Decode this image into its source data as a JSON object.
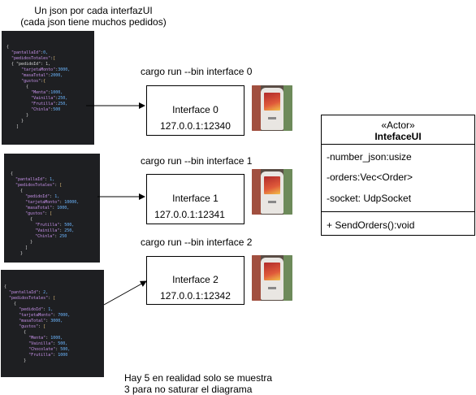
{
  "top_note": {
    "line1": "Un json por cada interfazUI",
    "line2": "(cada json  tiene muchos pedidos)"
  },
  "bottom_note": {
    "line1": "Hay 5 en realidad solo se muestra",
    "line2": "3 para no saturar el diagrama"
  },
  "interfaces": [
    {
      "command": "cargo run --bin interface 0",
      "name": "Interface 0",
      "address": "127.0.0.1:12340"
    },
    {
      "command": "cargo run --bin interface 1",
      "name": "Interface 1",
      "address": "127.0.0.1:12341"
    },
    {
      "command": "cargo run --bin interface 2",
      "name": "Interface 2",
      "address": "127.0.0.1:12342"
    }
  ],
  "uml_class": {
    "stereotype": "«Actor»",
    "name": "IntefaceUI",
    "attributes": [
      "-number_json:usize",
      "-orders:Vec<Order>",
      "-socket: UdpSocket"
    ],
    "methods": [
      "+ SendOrders():void"
    ]
  },
  "code_snippets": [
    {
      "lines": [
        [
          "{"
        ],
        [
          "  \"pantallaId\":0,"
        ],
        [
          "  \"pedidosTotales\":["
        ],
        [
          "  { \"pedidoId\": 1,"
        ],
        [
          "      \"tarjetaMonto\":3000,"
        ],
        [
          "      \"masaTotal\":2000,"
        ],
        [
          "      \"gustos\":{"
        ],
        [
          "        {"
        ],
        [
          "          \"Menta\":1000,"
        ],
        [
          "          \"Vainilla\":250,"
        ],
        [
          "          \"Frutilla\":250,"
        ],
        [
          "          \"Chinla\":500"
        ],
        [
          "        }"
        ],
        [
          "      }"
        ],
        [
          "    ]"
        ],
        [
          " "
        ]
      ]
    },
    {
      "lines": [
        [
          "{"
        ],
        [
          "  \"pantallaId\": 1,"
        ],
        [
          "  \"pedidosTotales\": ["
        ],
        [
          "    {"
        ],
        [
          "      \"pedidoId\": 1,"
        ],
        [
          "      \"tarjetaMonto\": 10000,"
        ],
        [
          "      \"masaTotal\": 1000,"
        ],
        [
          "      \"gustos\": ["
        ],
        [
          "        {"
        ],
        [
          "          \"Frutilla\": 500,"
        ],
        [
          "          \"Vainilla\": 250,"
        ],
        [
          "          \"Chinla\": 250"
        ],
        [
          "        }"
        ],
        [
          "      ]"
        ],
        [
          "    }"
        ]
      ]
    },
    {
      "lines": [
        [
          "{"
        ],
        [
          "  \"pantallaId\": 2,"
        ],
        [
          "  \"pedidosTotales\": ["
        ],
        [
          "    {"
        ],
        [
          "      \"pedidoId\": 1,"
        ],
        [
          "      \"tarjetaMonto\": 7000,"
        ],
        [
          "      \"masaTotal\": 3000,"
        ],
        [
          "      \"gustos\": ["
        ],
        [
          "        {"
        ],
        [
          "          \"Menta\": 1000,"
        ],
        [
          "          \"Vainilla\": 500,"
        ],
        [
          "          \"Chocolate\": 500,"
        ],
        [
          "          \"Frutilla\": 1000"
        ],
        [
          "        }"
        ]
      ]
    }
  ],
  "colors": {
    "code_bg": "#1e1f22",
    "line": "#000000"
  }
}
